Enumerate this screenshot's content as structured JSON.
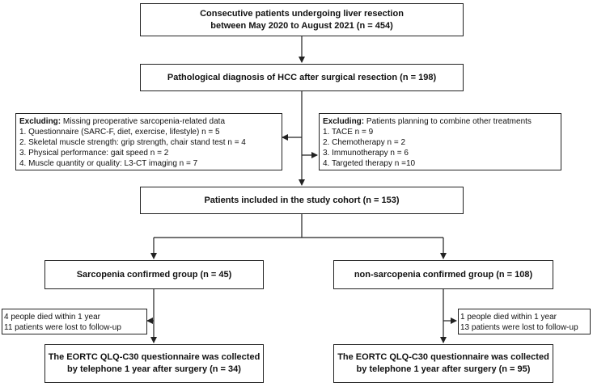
{
  "flowchart": {
    "top": {
      "line1": "Consecutive patients undergoing liver resection",
      "line2": "between May 2020 to August 2021 (n = 454)"
    },
    "pathology": {
      "label": "Pathological diagnosis of HCC after surgical resection (n = 198)"
    },
    "exclude_left": {
      "heading": "Excluding:",
      "heading_rest": " Missing preoperative sarcopenia-related data",
      "items": [
        "1. Questionnaire (SARC-F, diet, exercise, lifestyle)  n = 5",
        "2. Skeletal muscle strength: grip strength, chair stand test n = 4",
        "3. Physical performance: gait speed n = 2",
        "4. Muscle quantity or quality: L3-CT imaging n = 7"
      ]
    },
    "exclude_right": {
      "heading": "Excluding:",
      "heading_rest": " Patients planning to combine other treatments",
      "items": [
        "1. TACE n = 9",
        "2. Chemotherapy n = 2",
        "3. Immunotherapy n = 6",
        "4. Targeted therapy n =10"
      ]
    },
    "cohort": {
      "label": "Patients included in the study cohort (n = 153)"
    },
    "sarcopenia": {
      "label": "Sarcopenia confirmed group (n = 45)"
    },
    "non_sarcopenia": {
      "label": "non-sarcopenia confirmed  group (n = 108)"
    },
    "loss_left": {
      "line1": "4  people died within 1 year",
      "line2": "11 patients were lost to follow-up"
    },
    "loss_right": {
      "line1": "1 people died within 1 year",
      "line2": "13 patients were lost to follow-up"
    },
    "result_left": {
      "line1": "The EORTC QLQ-C30 questionnaire was collected",
      "line2": "by telephone 1 year after surgery (n = 34)"
    },
    "result_right": {
      "line1": "The EORTC QLQ-C30 questionnaire was collected",
      "line2": "by telephone 1 year after surgery (n = 95)"
    }
  }
}
